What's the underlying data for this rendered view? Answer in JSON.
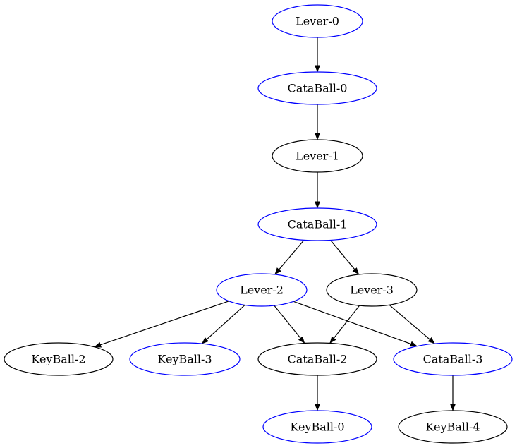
{
  "colors": {
    "highlight": "#0000ff",
    "normal": "#000000",
    "fill": "#ffffff"
  },
  "nodes": [
    {
      "id": "lever0",
      "label": "Lever-0",
      "highlight": true
    },
    {
      "id": "cata0",
      "label": "CataBall-0",
      "highlight": true
    },
    {
      "id": "lever1",
      "label": "Lever-1",
      "highlight": false
    },
    {
      "id": "cata1",
      "label": "CataBall-1",
      "highlight": true
    },
    {
      "id": "lever2",
      "label": "Lever-2",
      "highlight": true
    },
    {
      "id": "lever3",
      "label": "Lever-3",
      "highlight": false
    },
    {
      "id": "key2",
      "label": "KeyBall-2",
      "highlight": false
    },
    {
      "id": "key3",
      "label": "KeyBall-3",
      "highlight": true
    },
    {
      "id": "cata2",
      "label": "CataBall-2",
      "highlight": false
    },
    {
      "id": "cata3",
      "label": "CataBall-3",
      "highlight": true
    },
    {
      "id": "key0",
      "label": "KeyBall-0",
      "highlight": true
    },
    {
      "id": "key4",
      "label": "KeyBall-4",
      "highlight": false
    }
  ],
  "edges": [
    {
      "from": "lever0",
      "to": "cata0"
    },
    {
      "from": "cata0",
      "to": "lever1"
    },
    {
      "from": "lever1",
      "to": "cata1"
    },
    {
      "from": "cata1",
      "to": "lever2"
    },
    {
      "from": "cata1",
      "to": "lever3"
    },
    {
      "from": "lever2",
      "to": "key2"
    },
    {
      "from": "lever2",
      "to": "key3"
    },
    {
      "from": "lever2",
      "to": "cata2"
    },
    {
      "from": "lever2",
      "to": "cata3"
    },
    {
      "from": "lever3",
      "to": "cata2"
    },
    {
      "from": "lever3",
      "to": "cata3"
    },
    {
      "from": "cata2",
      "to": "key0"
    },
    {
      "from": "cata3",
      "to": "key4"
    }
  ]
}
